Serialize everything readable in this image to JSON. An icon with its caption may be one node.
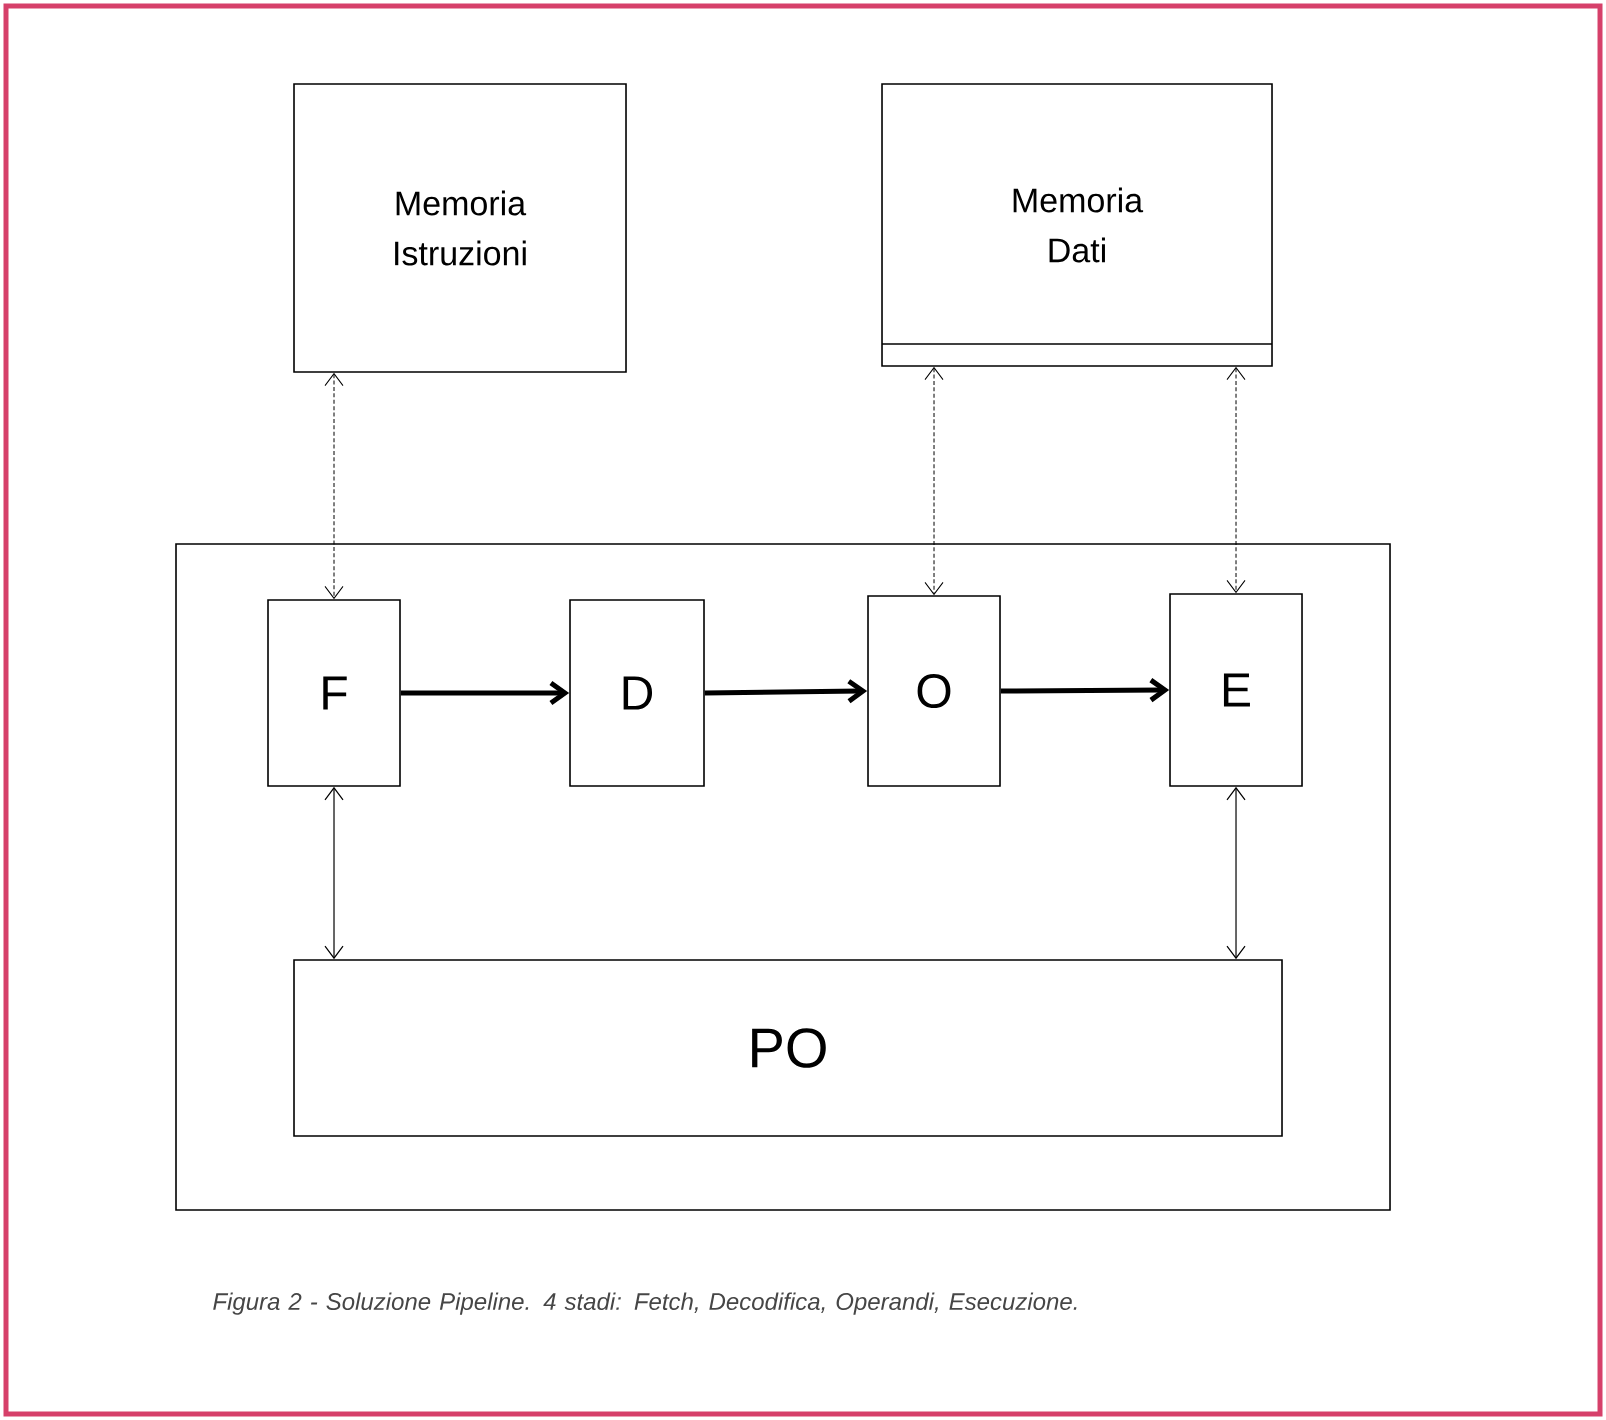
{
  "diagram": {
    "caption": "Figura 2 - Soluzione Pipeline. 4 stadi: Fetch, Decodifica, Operandi, Esecuzione.",
    "nodes": [
      {
        "text": [
          "Memoria Istruzioni"
        ]
      },
      {
        "text": [
          "Memoria Dati"
        ]
      },
      {
        "text": [],
        "shape": "box"
      },
      {
        "text": [
          "F"
        ],
        "in": 2
      },
      {
        "text": [
          "D"
        ],
        "in": 2
      },
      {
        "text": [
          "O"
        ],
        "in": 2
      },
      {
        "text": [
          "E"
        ],
        "in": 2
      },
      {
        "text": [
          "PO"
        ],
        "in": 2
      }
    ],
    "edges": [
      {
        "from": 0,
        "to": 3,
        "arrow": "both",
        "style": "dashed"
      },
      {
        "from": 1,
        "to": 5,
        "arrow": "both",
        "style": "dashed"
      },
      {
        "from": 1,
        "to": 6,
        "arrow": "both",
        "style": "dashed"
      },
      {
        "from": 3,
        "to": 4,
        "arrow": "to",
        "style": "thick"
      },
      {
        "from": 4,
        "to": 5,
        "arrow": "to",
        "style": "thick"
      },
      {
        "from": 5,
        "to": 6,
        "arrow": "to",
        "style": "thick"
      },
      {
        "from": 3,
        "to": 7,
        "arrow": "both"
      },
      {
        "from": 6,
        "to": 7,
        "arrow": "both"
      }
    ]
  }
}
